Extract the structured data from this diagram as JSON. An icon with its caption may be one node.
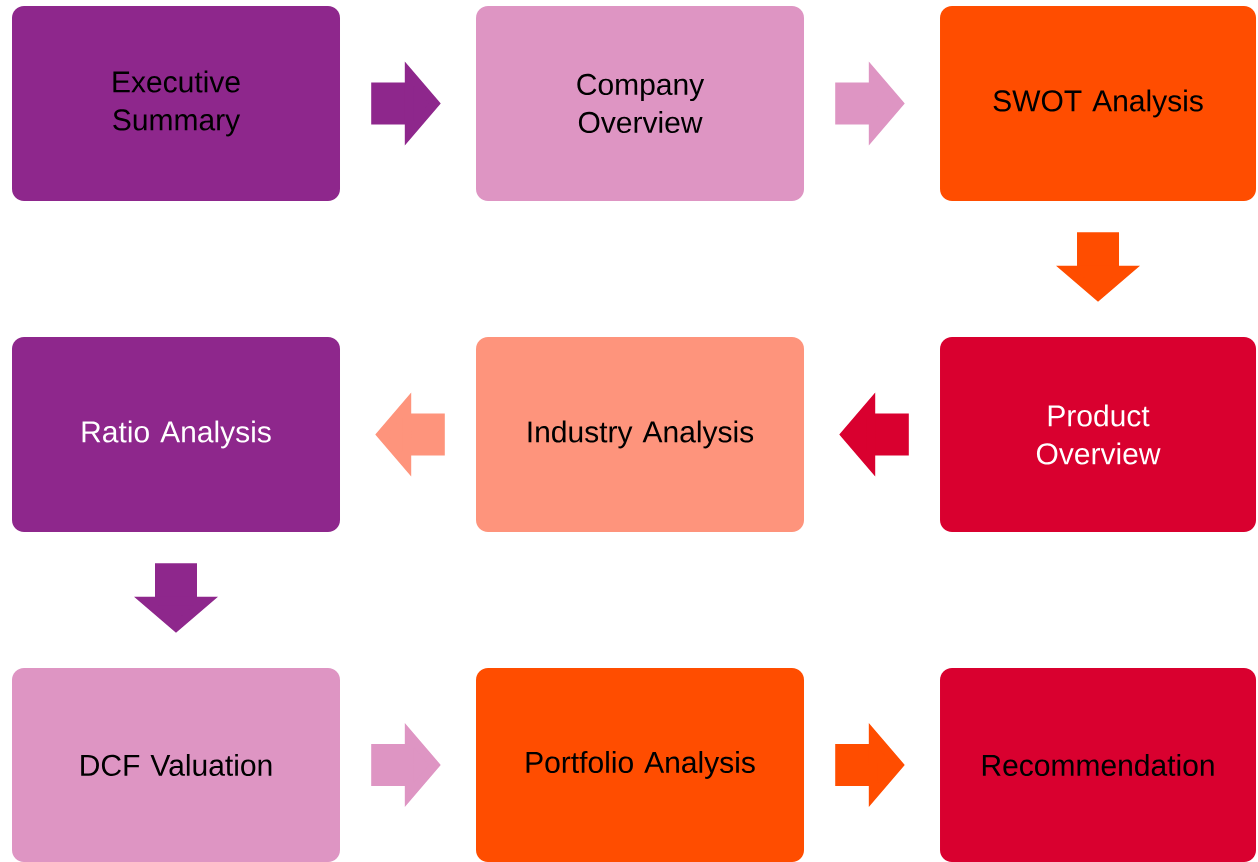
{
  "diagram": {
    "nodes": [
      {
        "text": [
          "Executive Summary"
        ]
      },
      {
        "text": [
          "Company Overview"
        ]
      },
      {
        "text": [
          "SWOT Analysis"
        ]
      },
      {
        "text": [
          "Ratio Analysis"
        ]
      },
      {
        "text": [
          "Industry Analysis"
        ]
      },
      {
        "text": [
          "Product Overview"
        ]
      },
      {
        "text": [
          "DCF Valuation"
        ]
      },
      {
        "text": [
          "Portfolio Analysis"
        ]
      },
      {
        "text": [
          "Recommendation"
        ]
      }
    ],
    "edges": [
      {
        "from": 0,
        "to": 1,
        "arrow": "to",
        "color": "#8e278c"
      },
      {
        "from": 1,
        "to": 2,
        "arrow": "to",
        "color": "#de95c3"
      },
      {
        "from": 2,
        "to": 5,
        "arrow": "to",
        "color": "#ff4d00"
      },
      {
        "from": 5,
        "to": 4,
        "arrow": "to",
        "color": "#d9002f"
      },
      {
        "from": 4,
        "to": 3,
        "arrow": "to",
        "color": "#fe947c"
      },
      {
        "from": 3,
        "to": 6,
        "arrow": "to",
        "color": "#8e278c"
      },
      {
        "from": 6,
        "to": 7,
        "arrow": "to",
        "color": "#de95c3"
      },
      {
        "from": 7,
        "to": 8,
        "arrow": "to",
        "color": "#ff4d00"
      }
    ]
  }
}
